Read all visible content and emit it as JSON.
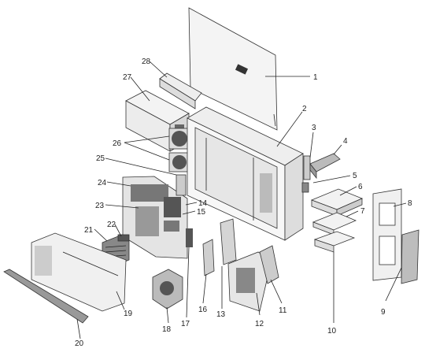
{
  "diagram": {
    "callouts": [
      "1",
      "2",
      "3",
      "4",
      "5",
      "6",
      "7",
      "8",
      "9",
      "10",
      "11",
      "12",
      "13",
      "14",
      "15",
      "16",
      "17",
      "18",
      "19",
      "20",
      "21",
      "22",
      "23",
      "24",
      "25",
      "26",
      "27",
      "28"
    ]
  },
  "palette": {
    "ink": "#222222",
    "part_fill": "#f2f2f2",
    "shade": "#9a9a9a",
    "dark": "#444444"
  }
}
